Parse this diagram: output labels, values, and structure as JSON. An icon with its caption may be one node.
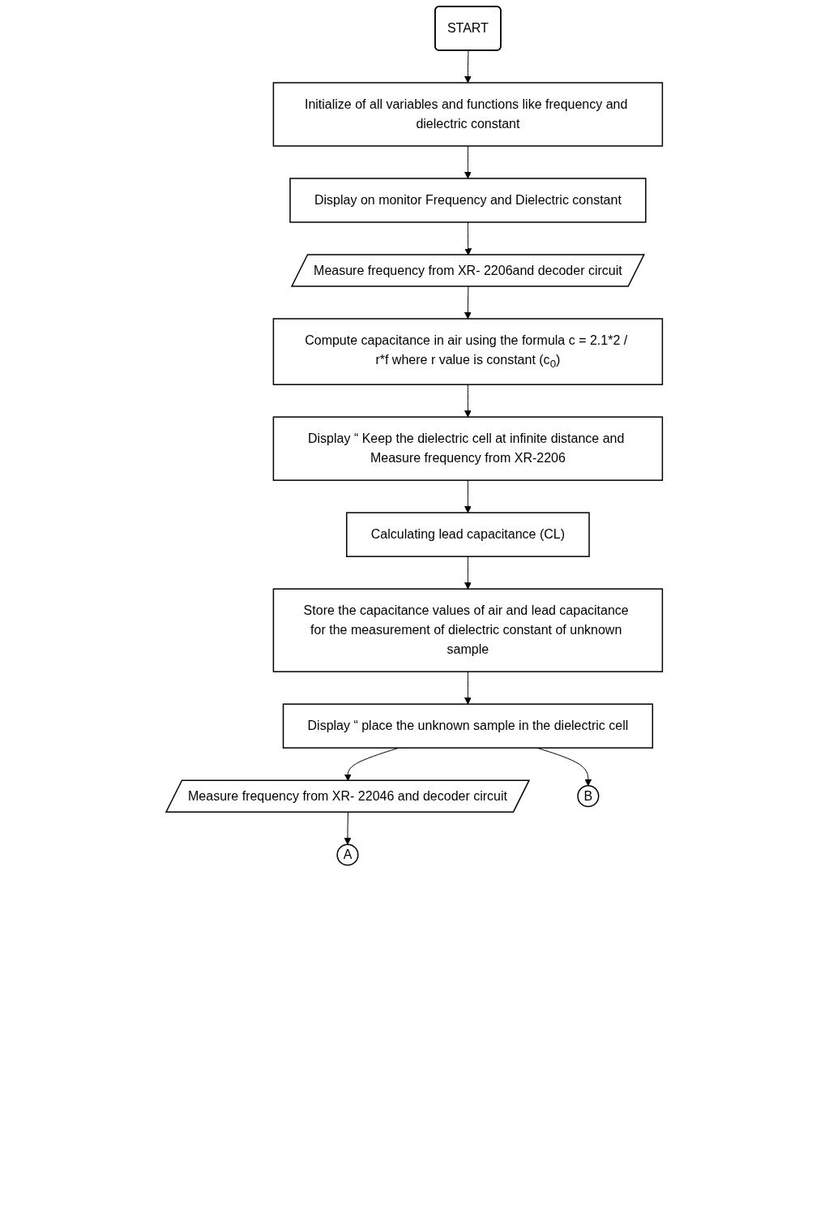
{
  "diagram": {
    "nodes": [
      {
        "text": [
          "START"
        ]
      },
      {
        "text": [
          "Initialize of all variables and functions like frequency and dielectric constant"
        ]
      },
      {
        "text": [
          "Display on monitor Frequency and Dielectric constant"
        ]
      },
      {
        "text": [
          "Measure frequency from XR- 2206and decoder circuit"
        ]
      },
      {
        "text": [
          "Compute capacitance in air using the formula c = 2.1*2 / r*f where r value is constant (c$_{0}$)"
        ]
      },
      {
        "text": [
          "Display “ Keep the dielectric cell at infinite distance and Measure frequency from XR-2206"
        ]
      },
      {
        "text": [
          "Calculating lead capacitance (CL)"
        ]
      },
      {
        "text": [
          "Store the capacitance values of air and lead capacitance for the measurement of dielectric constant of unknown sample"
        ]
      },
      {
        "text": [
          "Display “ place the unknown sample in the dielectric cell"
        ]
      },
      {
        "text": [
          "Measure frequency from XR- 22046 and decoder circuit"
        ]
      },
      {
        "text": [
          "A"
        ]
      },
      {
        "text": [
          "B"
        ]
      }
    ],
    "edges": [
      {
        "from": 0,
        "to": 1,
        "arrow": "to"
      },
      {
        "from": 1,
        "to": 2,
        "arrow": "to"
      },
      {
        "from": 2,
        "to": 3,
        "arrow": "to"
      },
      {
        "from": 3,
        "to": 4,
        "arrow": "to"
      },
      {
        "from": 4,
        "to": 5,
        "arrow": "to"
      },
      {
        "from": 5,
        "to": 6,
        "arrow": "to"
      },
      {
        "from": 6,
        "to": 7,
        "arrow": "to"
      },
      {
        "from": 7,
        "to": 8,
        "arrow": "to"
      },
      {
        "from": 8,
        "to": 9,
        "arrow": "to"
      },
      {
        "from": 9,
        "to": 10,
        "arrow": "to"
      },
      {
        "from": 8,
        "to": 11,
        "arrow": "to"
      }
    ]
  }
}
